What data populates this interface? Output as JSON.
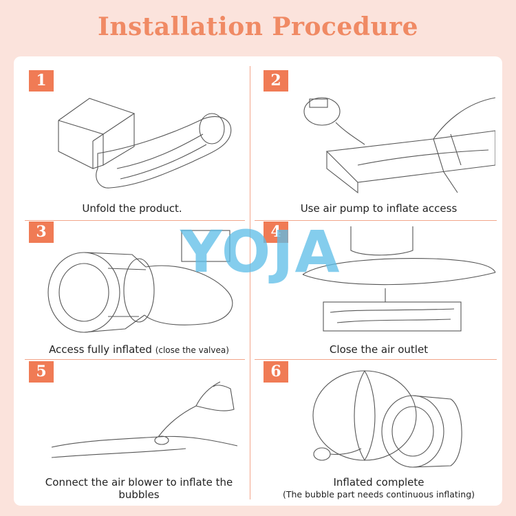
{
  "title": "Installation Procedure",
  "colors": {
    "accent": "#f07b55",
    "title": "#f08a64",
    "background": "#fbe3dc",
    "watermark": "#5bbde8"
  },
  "watermark": "YOJA",
  "steps": [
    {
      "number": "1",
      "caption": "Unfold the product."
    },
    {
      "number": "2",
      "caption": "Use air pump to inflate access"
    },
    {
      "number": "3",
      "caption": "Access fully inflated",
      "note": "(close the valvea)"
    },
    {
      "number": "4",
      "caption": "Close the air outlet"
    },
    {
      "number": "5",
      "caption": "Connect the air blower to inflate the bubbles"
    },
    {
      "number": "6",
      "caption": "Inflated complete",
      "note": "(The bubble part needs continuous inflating)"
    }
  ]
}
